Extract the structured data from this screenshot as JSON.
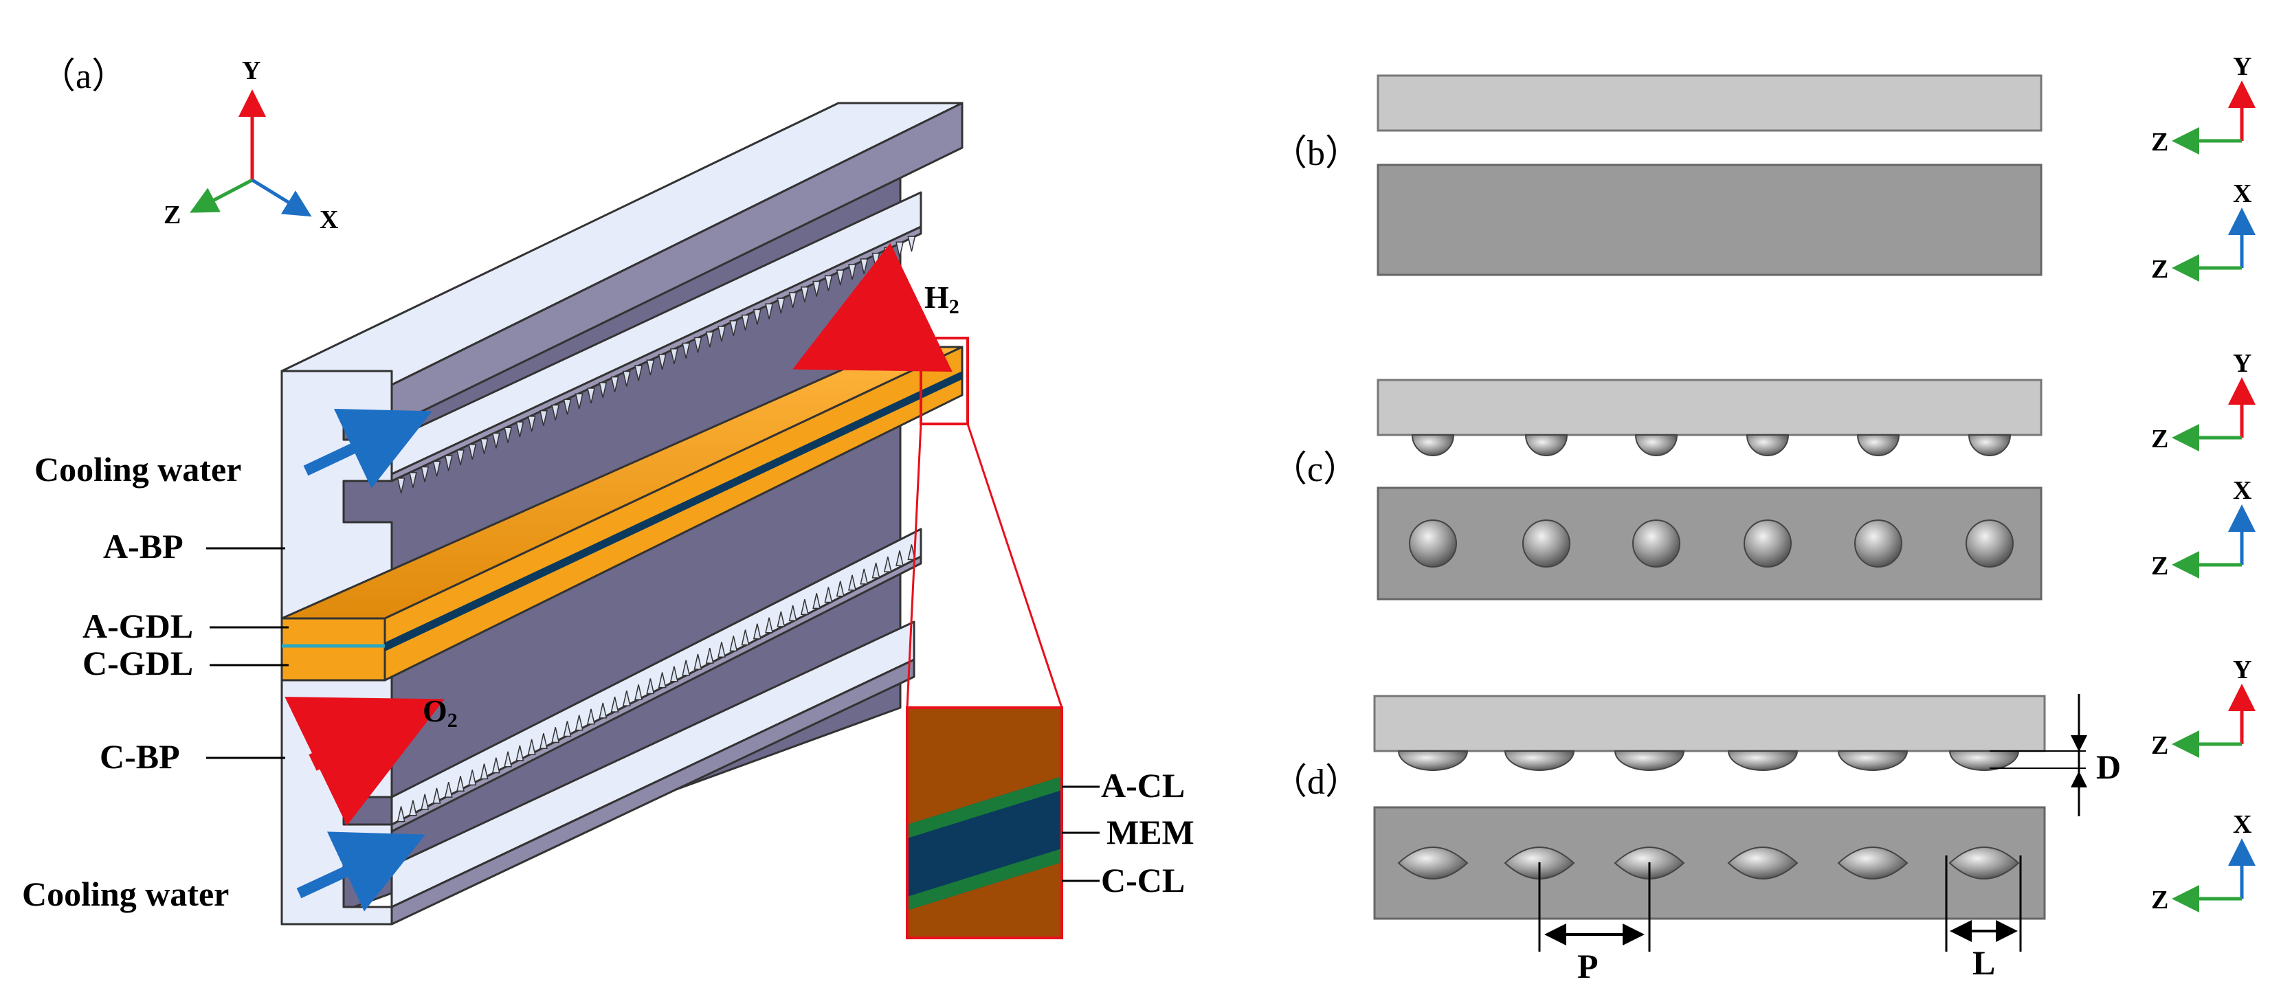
{
  "panels": {
    "a": "（a）",
    "b": "（b）",
    "c": "（c）",
    "d": "（d）"
  },
  "axes3d": {
    "y": "Y",
    "z": "Z",
    "x": "X"
  },
  "components": {
    "cooling_top": "Cooling water",
    "a_bp": "A-BP",
    "a_gdl": "A-GDL",
    "c_gdl": "C-GDL",
    "c_bp": "C-BP",
    "cooling_bottom": "Cooling water"
  },
  "gases": {
    "h2": "H",
    "h2_sub": "2",
    "o2": "O",
    "o2_sub": "2"
  },
  "inset": {
    "a_cl": "A-CL",
    "mem": "MEM",
    "c_cl": "C-CL"
  },
  "view_axes": {
    "b_top": {
      "up": "Y",
      "left": "Z"
    },
    "b_bottom": {
      "up": "X",
      "left": "Z"
    },
    "c_top": {
      "up": "Y",
      "left": "Z"
    },
    "c_bottom": {
      "up": "X",
      "left": "Z"
    },
    "d_top": {
      "up": "Y",
      "left": "Z"
    },
    "d_bottom": {
      "up": "X",
      "left": "Z"
    }
  },
  "dimensions": {
    "d": "D",
    "p": "P",
    "l": "L"
  },
  "colors": {
    "plate_face": "#6e6a8c",
    "plate_light": "#e6ecfa",
    "gdl": "#f5a21a",
    "membrane_brown": "#a04b05",
    "membrane_blue": "#0b3a5e",
    "catalyst_green": "#1a7a3a",
    "arrow_red": "#e8101b",
    "arrow_blue": "#1d6fc4",
    "axis_red": "#e8101b",
    "axis_blue": "#1d6fc4",
    "axis_green": "#2ea33a",
    "inset_frame": "#e8101b"
  }
}
